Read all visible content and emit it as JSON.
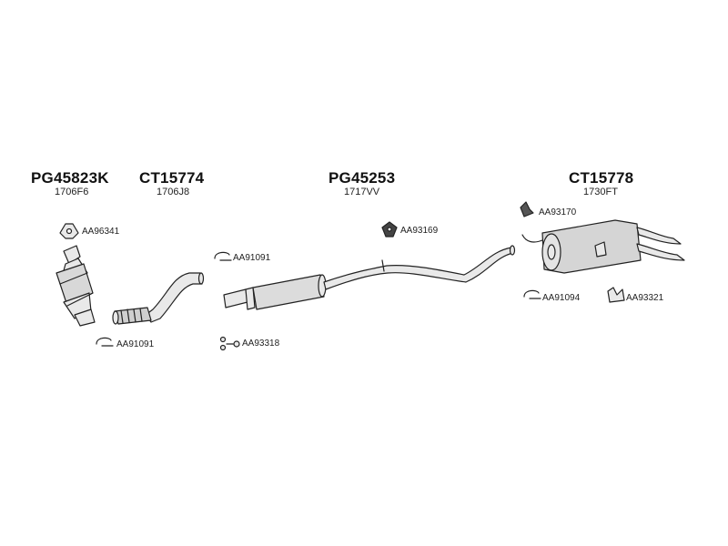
{
  "parts": {
    "catalytic_converter": {
      "code": "PG45823K",
      "ref": "1706F6"
    },
    "front_pipe": {
      "code": "CT15774",
      "ref": "1706J8"
    },
    "middle_silencer": {
      "code": "PG45253",
      "ref": "1717VV"
    },
    "rear_silencer": {
      "code": "CT15778",
      "ref": "1730FT"
    }
  },
  "accessories": {
    "gasket_cat": "AA96341",
    "clamp_cat": "AA91091",
    "clamp_front": "AA91091",
    "spring_bolt": "AA93318",
    "rubber_mount": "AA93169",
    "rear_bracket": "AA93170",
    "clamp_rear": "AA91094",
    "rear_mount": "AA93321"
  }
}
